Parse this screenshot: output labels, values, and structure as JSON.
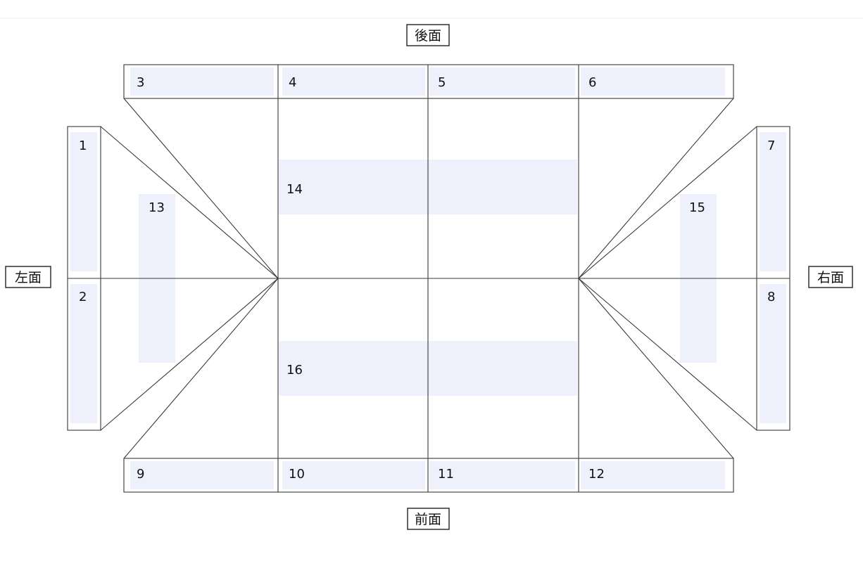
{
  "labels": {
    "back": "後面",
    "front": "前面",
    "left": "左面",
    "right": "右面"
  },
  "regions": {
    "r1": "1",
    "r2": "2",
    "r3": "3",
    "r4": "4",
    "r5": "5",
    "r6": "6",
    "r7": "7",
    "r8": "8",
    "r9": "9",
    "r10": "10",
    "r11": "11",
    "r12": "12",
    "r13": "13",
    "r14": "14",
    "r15": "15",
    "r16": "16"
  },
  "colors": {
    "region_fill": "#eef1fc",
    "line": "#3a3a3a"
  }
}
